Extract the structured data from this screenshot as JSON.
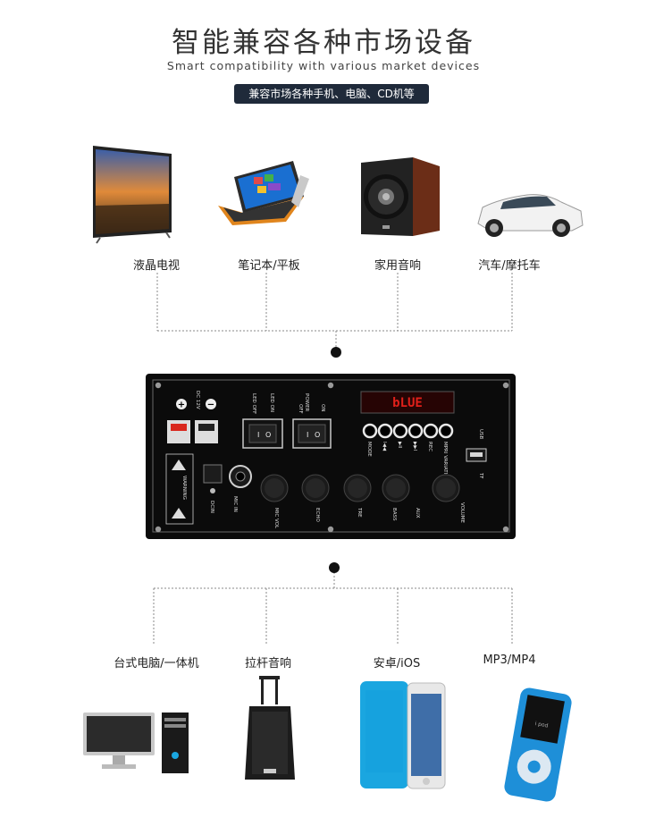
{
  "header": {
    "title": "智能兼容各种市场设备",
    "subtitle": "Smart compatibility with various market devices",
    "badge": "兼容市场各种手机、电脑、CD机等"
  },
  "top_devices": [
    {
      "label": "液晶电视",
      "icon": "lcd-tv-icon"
    },
    {
      "label": "笔记本/平板",
      "icon": "laptop-icon"
    },
    {
      "label": "家用音响",
      "icon": "speaker-icon"
    },
    {
      "label": "汽车/摩托车",
      "icon": "car-icon"
    }
  ],
  "bottom_devices": [
    {
      "label": "台式电脑/一体机",
      "icon": "desktop-pc-icon"
    },
    {
      "label": "拉杆音响",
      "icon": "trolley-speaker-icon"
    },
    {
      "label": "安卓/iOS",
      "icon": "smartphone-icon"
    },
    {
      "label": "MP3/MP4",
      "icon": "mp3-player-icon"
    }
  ],
  "board": {
    "display_text": "bLUE",
    "power_labels": [
      "DC 12V"
    ],
    "switch_labels": [
      "LED OFF",
      "LED ON",
      "POWER",
      "OFF",
      "ON"
    ],
    "button_labels": [
      "MODE",
      "I◀◀",
      "▶II",
      "▶▶I",
      "REC",
      "MPRI VARIATION"
    ],
    "knob_labels": [
      "MIC VOL",
      "ECHO",
      "TRE",
      "BASS",
      "AUX",
      "VOLUME"
    ],
    "port_labels": [
      "USB",
      "TF",
      "DCIN",
      "MIC IN"
    ],
    "warning_label": "WARNING"
  },
  "colors": {
    "panel": "#0b0b0b",
    "display": "#e0201a",
    "badge_bg": "#1f2a3a"
  }
}
